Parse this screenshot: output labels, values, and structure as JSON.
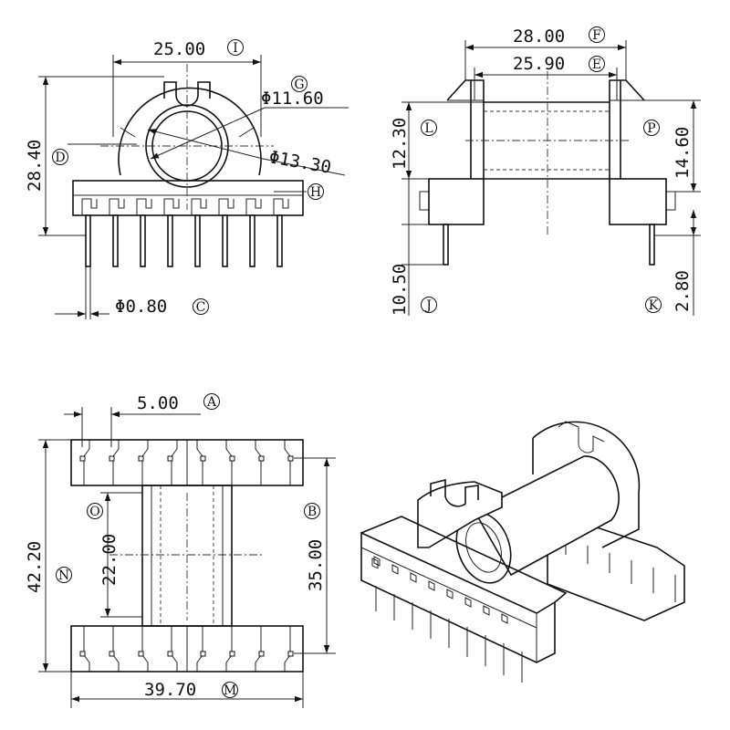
{
  "front_view": {
    "width_dim": "25.00",
    "width_label": "I",
    "height_dim": "28.40",
    "height_label": "D",
    "inner_dia_dim": "Φ11.60",
    "inner_dia_label": "G",
    "outer_dia_dim": "Φ13.30",
    "outer_dia_label": "",
    "base_label": "H",
    "pin_dia_dim": "Φ0.80",
    "pin_dia_label": "C"
  },
  "side_view": {
    "overall_width_dim": "28.00",
    "overall_width_label": "F",
    "winding_width_dim": "25.90",
    "winding_width_label": "E",
    "left_height_dim": "12.30",
    "left_height_label": "L",
    "right_height_dim": "14.60",
    "right_height_label": "P",
    "pin_length_dim": "10.50",
    "pin_length_label": "J",
    "pin_offset_dim": "2.80",
    "pin_offset_label": "K"
  },
  "bottom_view": {
    "pin_pitch_dim": "5.00",
    "pin_pitch_label": "A",
    "core_dim": "22.00",
    "core_label": "O",
    "overall_height_dim": "42.20",
    "overall_height_label": "N",
    "row_span_dim": "35.00",
    "row_span_label": "B",
    "overall_width_dim": "39.70",
    "overall_width_label": "M"
  }
}
